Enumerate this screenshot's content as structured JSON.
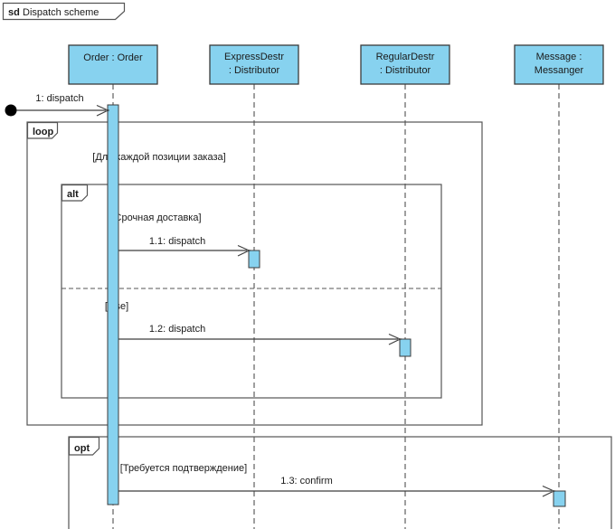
{
  "frame": {
    "keyword": "sd",
    "title": "Dispatch scheme"
  },
  "colors": {
    "background": "#ffffff",
    "node_fill": "#87d2ef",
    "node_border": "#3b3b3b",
    "fragment_border": "#555555",
    "line": "#3f3f3f",
    "text_color": "#1a1a1a"
  },
  "lifelines": [
    {
      "id": "order",
      "lines": [
        "Order : Order",
        ""
      ]
    },
    {
      "id": "expressdestr",
      "lines": [
        "ExpressDestr",
        ": Distributor"
      ]
    },
    {
      "id": "regulardestr",
      "lines": [
        "RegularDestr",
        ": Distributor"
      ]
    },
    {
      "id": "message",
      "lines": [
        "Message :",
        "Messanger"
      ]
    }
  ],
  "messages": [
    {
      "label": "1: dispatch"
    },
    {
      "label": "1.1: dispatch"
    },
    {
      "label": "1.2: dispatch"
    },
    {
      "label": "1.3: confirm"
    }
  ],
  "fragments": [
    {
      "operator": "loop",
      "guard": "[Для каждой позиции заказа]"
    },
    {
      "operator": "alt",
      "guard": "[Срочная доставка]",
      "else_guard": "[else]"
    },
    {
      "operator": "opt",
      "guard": "[Требуется подтверждение]"
    }
  ]
}
